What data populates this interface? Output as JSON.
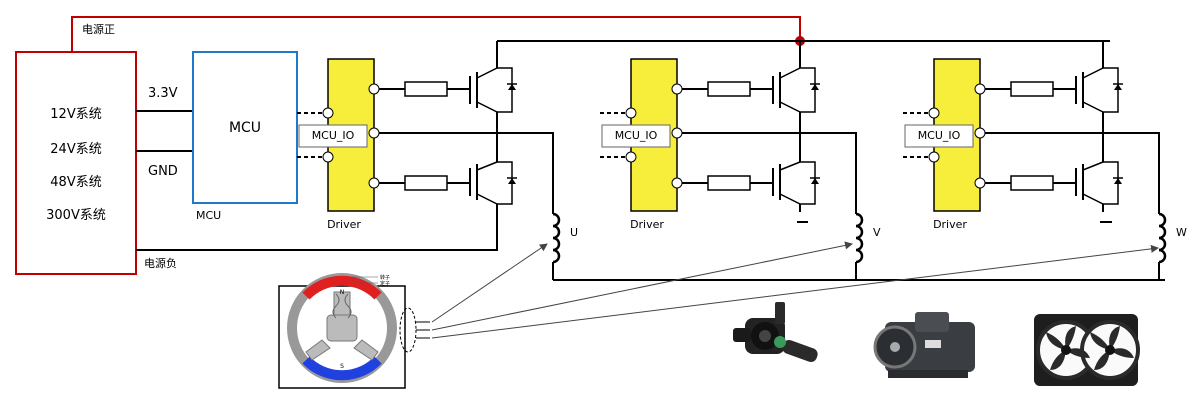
{
  "power": {
    "positive_label": "电源正",
    "negative_label": "电源负",
    "systems": [
      "12V系统",
      "24V系统",
      "48V系统",
      "300V系统"
    ]
  },
  "mcu": {
    "box_label": "MCU",
    "caption": "MCU",
    "supply_label": "3.3V",
    "ground_label": "GND"
  },
  "phases": [
    {
      "driver_label": "Driver",
      "io_label": "MCU_IO",
      "coil_label": "U"
    },
    {
      "driver_label": "Driver",
      "io_label": "MCU_IO",
      "coil_label": "V"
    },
    {
      "driver_label": "Driver",
      "io_label": "MCU_IO",
      "coil_label": "W"
    }
  ],
  "motor_sketch": {
    "north_label": "N",
    "south_label": "S",
    "tiny_labels": [
      "转子",
      "定子"
    ]
  },
  "colors": {
    "power_rail": "#c00000",
    "mcu_border": "#1f78c8",
    "driver_fill": "#f7ee3c",
    "wire": "#000000",
    "pole_n": "#e02020",
    "pole_s": "#2040e0"
  }
}
